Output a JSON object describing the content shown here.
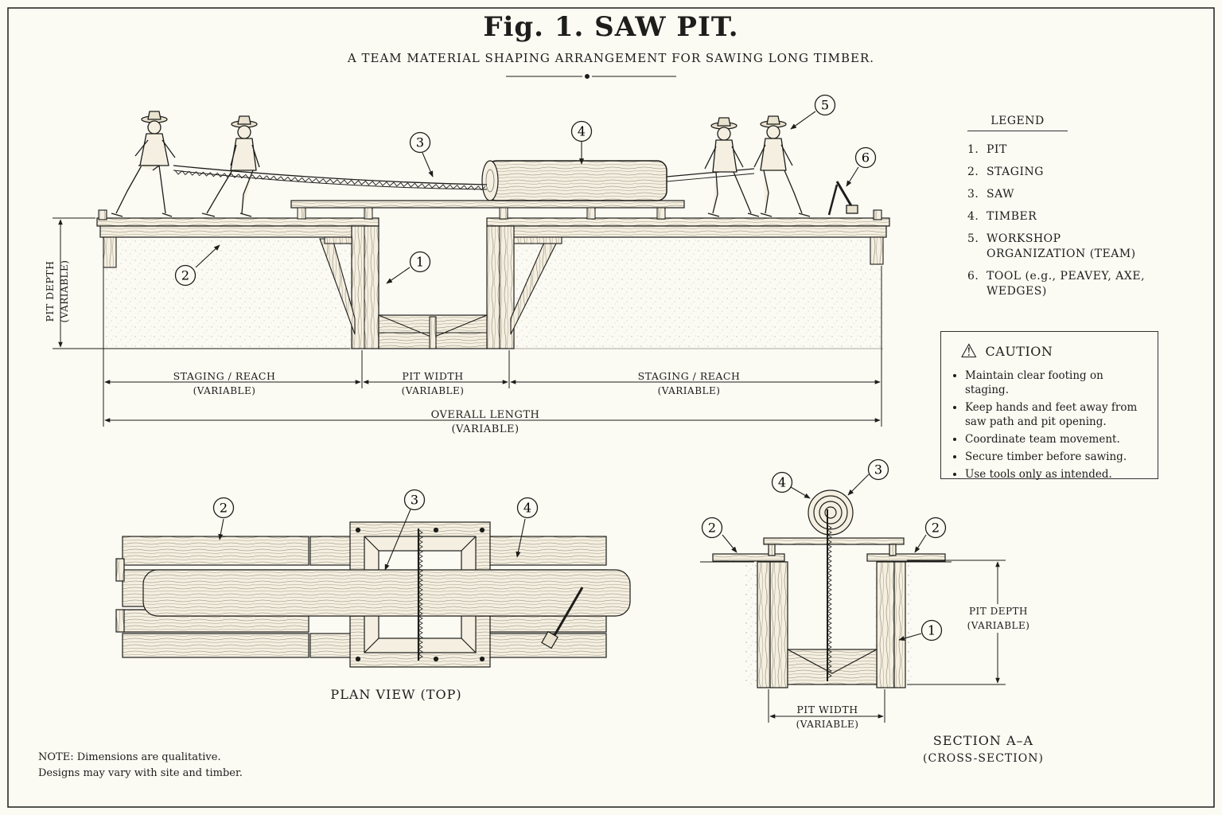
{
  "figure": {
    "title": "Fig. 1.  SAW PIT.",
    "subtitle": "A TEAM MATERIAL SHAPING ARRANGEMENT FOR SAWING LONG TIMBER."
  },
  "legend": {
    "title": "LEGEND",
    "items": [
      {
        "num": "1.",
        "label": "PIT"
      },
      {
        "num": "2.",
        "label": "STAGING"
      },
      {
        "num": "3.",
        "label": "SAW"
      },
      {
        "num": "4.",
        "label": "TIMBER"
      },
      {
        "num": "5.",
        "label": "WORKSHOP ORGANIZATION (TEAM)"
      },
      {
        "num": "6.",
        "label": "TOOL (e.g., PEAVEY, AXE, WEDGES)"
      }
    ]
  },
  "caution": {
    "title": "CAUTION",
    "items": [
      "Maintain clear footing on staging.",
      "Keep hands and feet away from saw path and pit opening.",
      "Coordinate team movement.",
      "Secure timber before sawing.",
      "Use tools only as intended."
    ]
  },
  "elevation": {
    "pit_depth": "PIT DEPTH",
    "pit_depth_sub": "(VARIABLE)",
    "staging_left": "STAGING / REACH",
    "staging_left_sub": "(VARIABLE)",
    "pit_width": "PIT WIDTH",
    "pit_width_sub": "(VARIABLE)",
    "staging_right": "STAGING / REACH",
    "staging_right_sub": "(VARIABLE)",
    "overall_length": "OVERALL LENGTH",
    "overall_length_sub": "(VARIABLE)"
  },
  "plan_view": {
    "title": "PLAN VIEW  (TOP)"
  },
  "section": {
    "title": "SECTION A–A",
    "subtitle": "(CROSS-SECTION)",
    "pit_depth": "PIT DEPTH",
    "pit_depth_sub": "(VARIABLE)",
    "pit_width": "PIT WIDTH",
    "pit_width_sub": "(VARIABLE)"
  },
  "callouts": [
    "1",
    "2",
    "3",
    "4",
    "5",
    "6"
  ],
  "note": {
    "line1": "NOTE:  Dimensions are qualitative.",
    "line2": "Designs may vary with site and timber."
  },
  "colors": {
    "ink": "#1d1d1b",
    "paper": "#fbfaf3",
    "wood": "#f4efe0"
  }
}
